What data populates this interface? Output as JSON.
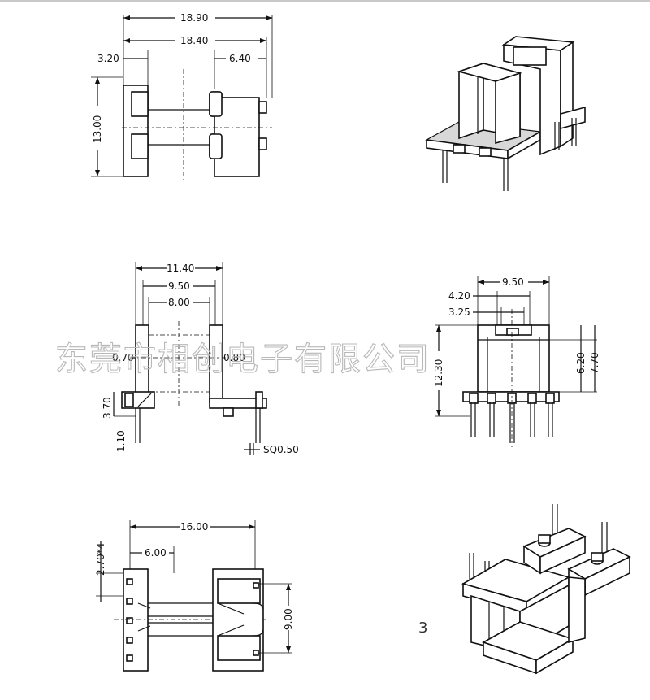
{
  "top_view": {
    "overall_width": "18.90",
    "inner_width": "18.40",
    "left_flange": "3.20",
    "right_section": "6.40",
    "height": "13.00"
  },
  "front_view": {
    "width_outer": "11.40",
    "width_mid": "9.50",
    "width_inner": "8.00",
    "wall_left": "0.70",
    "wall_right": "0.80",
    "base_height": "3.70",
    "pin_offset": "1.10",
    "pin_size": "SQ0.50"
  },
  "side_view": {
    "width": "9.50",
    "slot_outer": "4.20",
    "slot_inner": "3.25",
    "total_height": "12.30",
    "body_height": "6.20",
    "pin_height": "7.70"
  },
  "bottom_view": {
    "overall_width": "16.00",
    "offset": "6.00",
    "pitch": "2.70*4",
    "row_spacing": "9.00"
  },
  "watermark": "东莞市相创电子有限公司",
  "page_number": "3"
}
